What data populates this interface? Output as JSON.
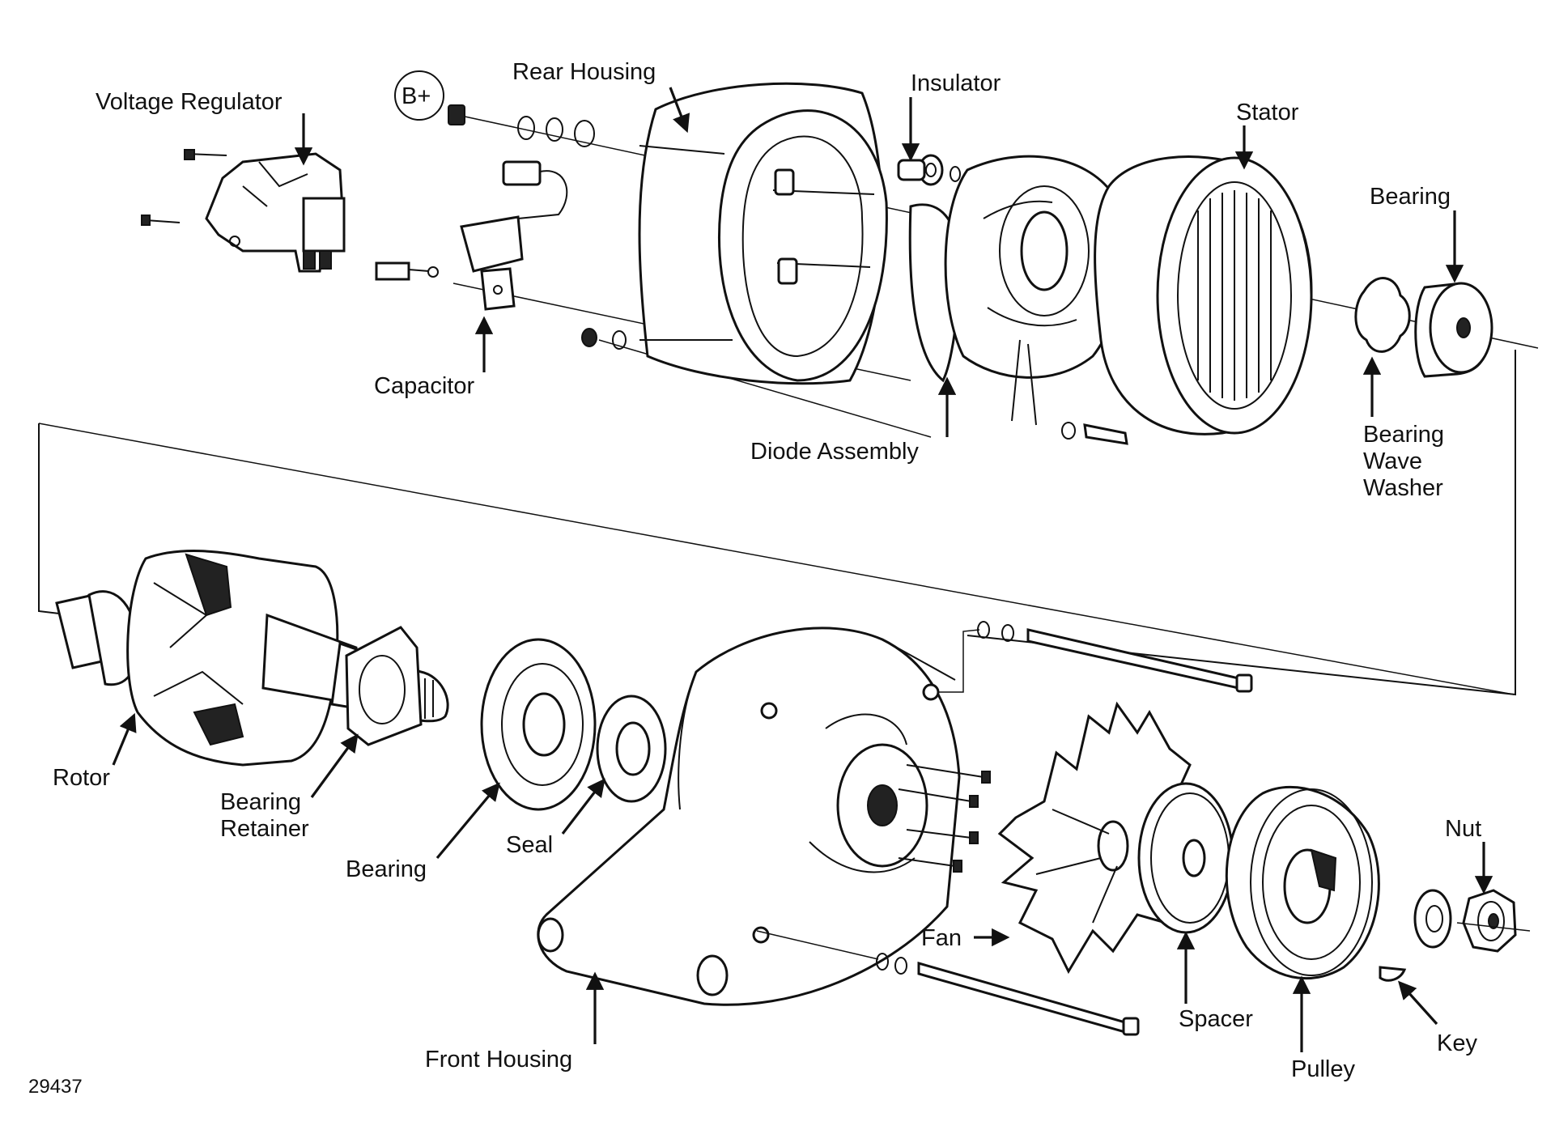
{
  "labels": {
    "voltage_regulator": "Voltage Regulator",
    "b_plus": "B+",
    "rear_housing": "Rear Housing",
    "insulator": "Insulator",
    "stator": "Stator",
    "bearing_rear": "Bearing",
    "capacitor": "Capacitor",
    "diode_assembly": "Diode Assembly",
    "bearing_wave_washer": [
      "Bearing",
      "Wave",
      "Washer"
    ],
    "rotor": "Rotor",
    "bearing_retainer": [
      "Bearing",
      "Retainer"
    ],
    "bearing_front": "Bearing",
    "seal": "Seal",
    "nut": "Nut",
    "fan": "Fan",
    "spacer": "Spacer",
    "key": "Key",
    "pulley": "Pulley",
    "front_housing": "Front Housing"
  },
  "figure_number": "29437"
}
